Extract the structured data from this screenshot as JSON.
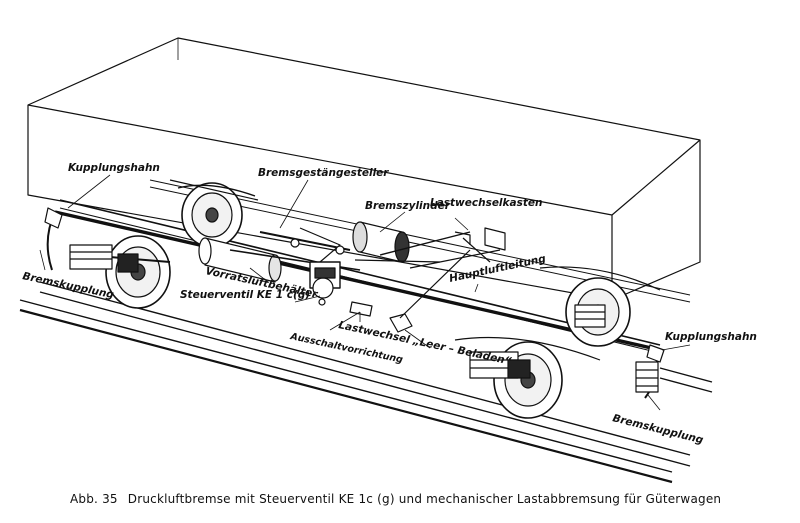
{
  "labels": {
    "kupplungshahn_left": "Kupplungshahn",
    "bremskupplung_left": "Bremskupplung",
    "bremsgestaengesteller": "Bremsgestängesteller",
    "bremszylinder": "Bremszylinder",
    "lastwechselkasten": "Lastwechselkasten",
    "vorratsluftbehaelter": "Vorratsluftbehälter",
    "steuerventil": "Steuerventil KE 1 c(g)",
    "hauptluftleitung": "Hauptluftleitung",
    "ausschaltvorrichtung": "Ausschaltvorrichtung",
    "lastwechsel": "Lastwechsel „Leer – Beladen“",
    "kupplungshahn_right": "Kupplungshahn",
    "bremskupplung_right": "Bremskupplung"
  },
  "caption": {
    "number": "Abb. 35",
    "text": "Druckluftbremse mit Steuerventil KE 1c (g) und mechanischer Lastabbremsung für Güterwagen"
  }
}
